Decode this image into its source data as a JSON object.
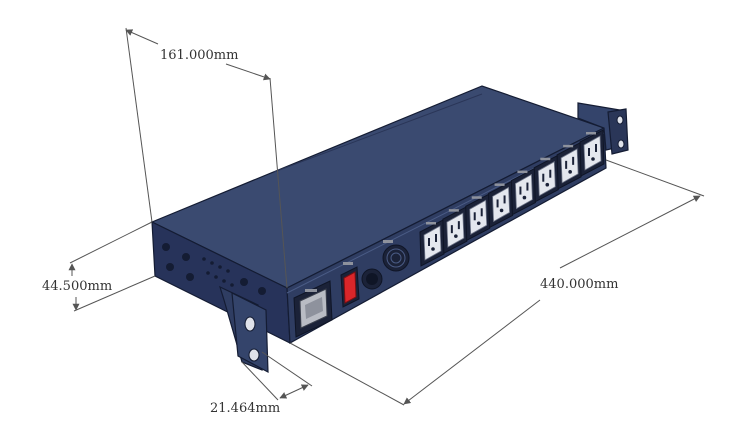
{
  "dimensions": {
    "depth": "161.000mm",
    "height": "44.500mm",
    "width": "440.000mm",
    "bracket": "21.464mm"
  },
  "colors": {
    "background": "#ffffff",
    "body_top": "#3a4a70",
    "body_front": "#2f3d62",
    "body_side": "#27335a",
    "edge": "#141c33",
    "outlet_face": "#e4e7ee",
    "outlet_slot": "#1b2238",
    "switch_red": "#d9262a",
    "inlet_gray": "#b9bcc4",
    "dimension_line": "#555555"
  },
  "icons": {
    "outlet": "nema-5-15-outlet-icon",
    "switch": "rocker-switch-icon",
    "breaker": "circuit-breaker-icon",
    "fan": "fan-grille-icon",
    "inlet": "iec-inlet-icon"
  },
  "outlet_count": 8
}
